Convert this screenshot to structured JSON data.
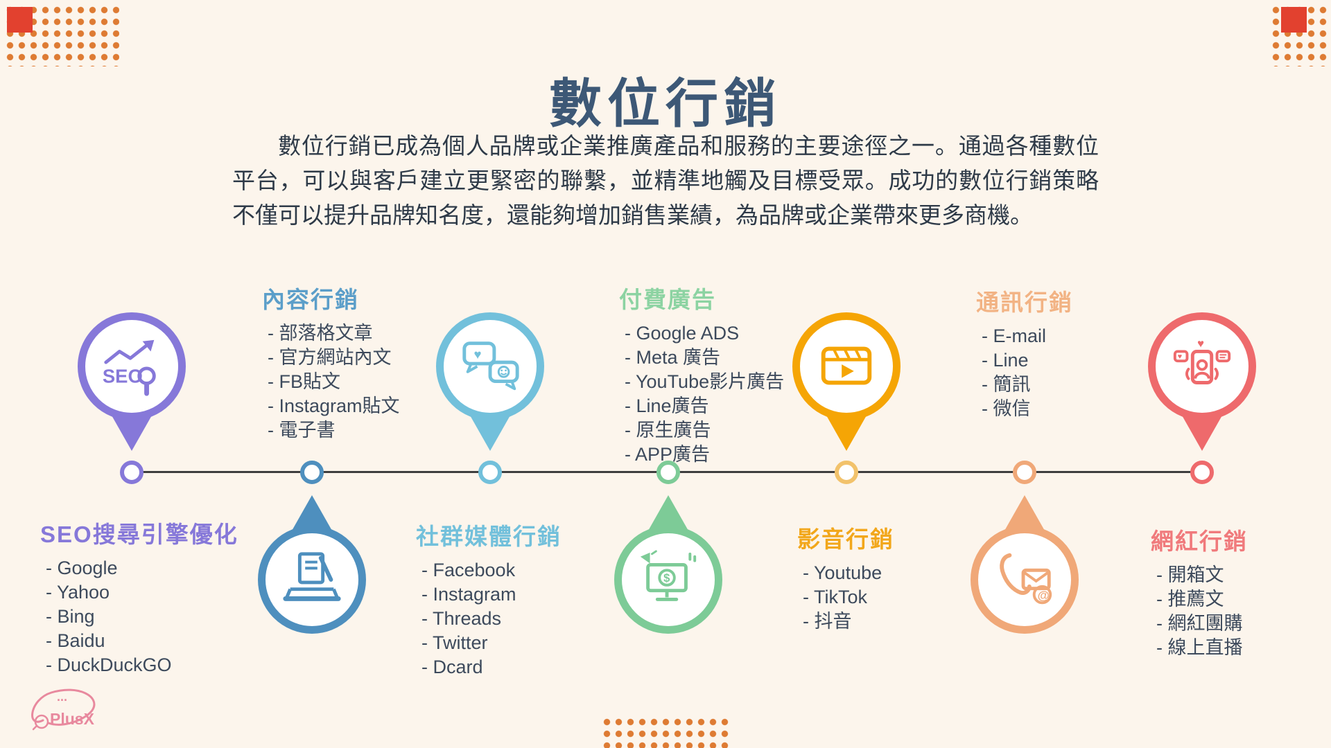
{
  "page": {
    "title": "數位行銷",
    "intro": "數位行銷已成為個人品牌或企業推廣產品和服務的主要途徑之一。通過各種數位平台，可以與客戶建立更緊密的聯繫，並精準地觸及目標受眾。成功的數位行銷策略不僅可以提升品牌知名度，還能夠增加銷售業績，為品牌或企業帶來更多商機。"
  },
  "logo": {
    "brand": "PlusX",
    "dots": "..."
  },
  "colors": {
    "background": "#FCF5EC",
    "title": "#3D5876",
    "body_text": "#2E3A48",
    "list_text": "#3D4A5C",
    "timeline_line": "#3E3E3E",
    "dot_orange": "#DE7B33",
    "corner_red": "#E2412F"
  },
  "timeline": {
    "items": [
      {
        "title": "SEO搜尋引擎優化",
        "color": "#8678D9",
        "icon": "seo-icon",
        "icon_label": "SEO",
        "entries": [
          "- Google",
          "- Yahoo",
          "- Bing",
          "- Baidu",
          "- DuckDuckGO"
        ]
      },
      {
        "title": "內容行銷",
        "color": "#4E8FBE",
        "icon": "content-marketing-icon",
        "entries": [
          "- 部落格文章",
          "- 官方網站內文",
          "- FB貼文",
          "- Instagram貼文",
          "- 電子書"
        ]
      },
      {
        "title": "社群媒體行銷",
        "color": "#72C0DB",
        "icon": "social-media-icon",
        "entries": [
          "- Facebook",
          "- Instagram",
          "- Threads",
          "- Twitter",
          "- Dcard"
        ]
      },
      {
        "title": "付費廣告",
        "color": "#7DCB97",
        "icon": "paid-ads-icon",
        "entries": [
          "- Google ADS",
          "- Meta 廣告",
          "- YouTube影片廣告",
          "- Line廣告",
          "- 原生廣告",
          "- APP廣告"
        ]
      },
      {
        "title": "影音行銷",
        "color": "#F2A71B",
        "icon": "video-marketing-icon",
        "entries": [
          "- Youtube",
          "- TikTok",
          "- 抖音"
        ]
      },
      {
        "title": "通訊行銷",
        "color": "#F0A878",
        "icon": "messaging-icon",
        "entries": [
          "- E-mail",
          "- Line",
          "- 簡訊",
          "- 微信"
        ]
      },
      {
        "title": "網紅行銷",
        "color": "#EE6A6C",
        "icon": "influencer-icon",
        "entries": [
          "- 開箱文",
          "- 推薦文",
          "- 網紅團購",
          "- 線上直播"
        ]
      }
    ]
  }
}
